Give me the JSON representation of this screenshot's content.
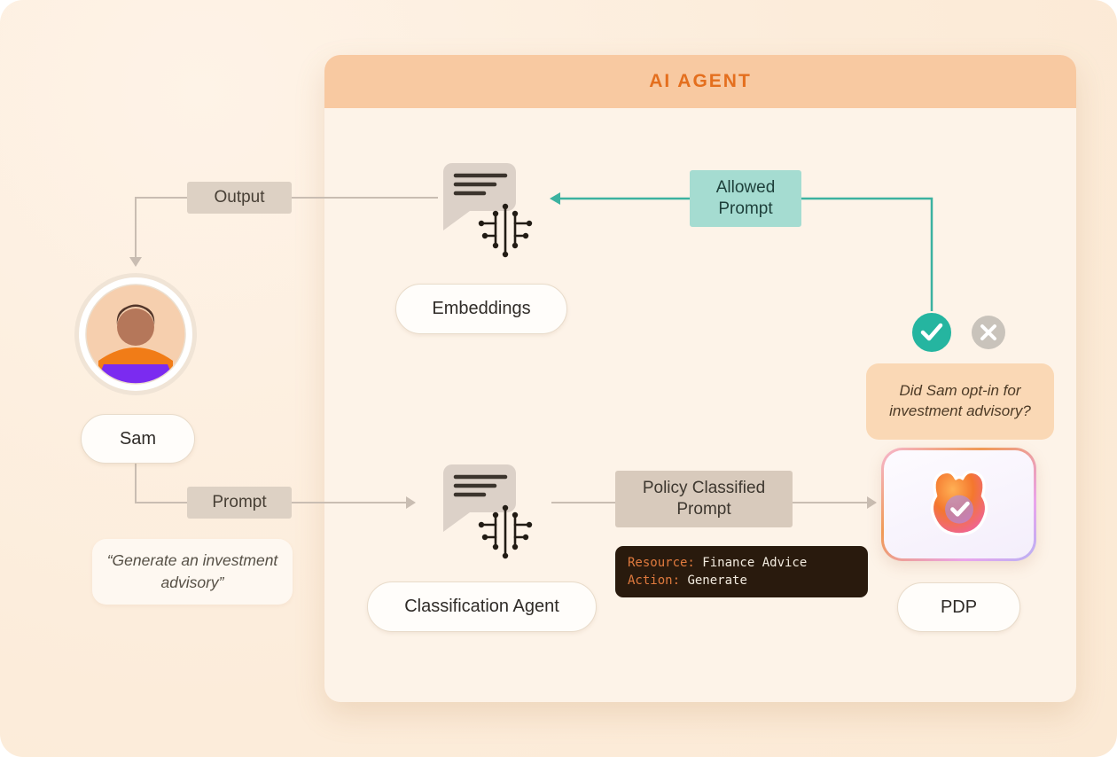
{
  "panel": {
    "title": "AI AGENT"
  },
  "user": {
    "name": "Sam",
    "quote": "“Generate an investment advisory”"
  },
  "labels": {
    "output": "Output",
    "prompt": "Prompt",
    "allowed_prompt": "Allowed Prompt",
    "policy_classified_prompt": "Policy Classified Prompt",
    "embeddings": "Embeddings",
    "classification_agent": "Classification Agent",
    "pdp": "PDP",
    "optin_question": "Did Sam opt-in for investment advisory?"
  },
  "code_block": {
    "resource_key": "Resource:",
    "resource_value": " Finance Advice",
    "action_key": "Action:",
    "action_value": " Generate"
  },
  "icons": {
    "embeddings": "chat-bubble-with-circuit",
    "classification": "chat-bubble-with-circuit",
    "approved": "teal-check-circle",
    "denied": "gray-x-circle",
    "pdp": "pdp-gradient-logo-with-check",
    "user": "person-at-laptop-avatar"
  },
  "colors": {
    "page_bg": "#fcecda",
    "panel_body": "#fdf3e8",
    "panel_header": "#f8c9a1",
    "panel_title": "#e46f1e",
    "tan_label": "#ddd1c4",
    "policy_box": "#d8cabc",
    "allowed_box": "#a5dcd1",
    "teal_line": "#3cb2a0",
    "check_green": "#25b5a0",
    "x_gray": "#c9c3bb",
    "question_box": "#fad8b5",
    "code_bg": "#291a0d",
    "code_key": "#e07a3e",
    "code_value": "#f2ebdf",
    "connector_gray": "#c9bdb2"
  }
}
